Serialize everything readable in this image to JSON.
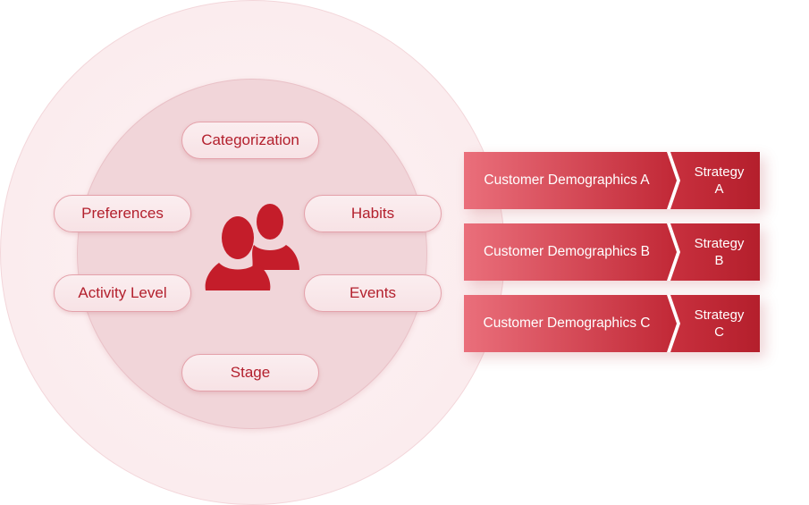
{
  "diagram": {
    "attributes": [
      {
        "id": "categorization",
        "label": "Categorization"
      },
      {
        "id": "preferences",
        "label": "Preferences"
      },
      {
        "id": "habits",
        "label": "Habits"
      },
      {
        "id": "activity",
        "label": "Activity Level"
      },
      {
        "id": "events",
        "label": "Events"
      },
      {
        "id": "stage",
        "label": "Stage"
      }
    ],
    "center_icon": "users-icon",
    "segments": [
      {
        "demographic": "Customer Demographics A",
        "strategy_line1": "Strategy",
        "strategy_line2": "A"
      },
      {
        "demographic": "Customer Demographics B",
        "strategy_line1": "Strategy",
        "strategy_line2": "B"
      },
      {
        "demographic": "Customer Demographics C",
        "strategy_line1": "Strategy",
        "strategy_line2": "C"
      }
    ],
    "colors": {
      "accent": "#b3202d",
      "pill_text": "#b3202d",
      "bar_light": "#ea6f7b",
      "bar_dark": "#b8202d",
      "outer_circle": "#fbecee",
      "inner_circle": "#f1d5d9"
    }
  }
}
